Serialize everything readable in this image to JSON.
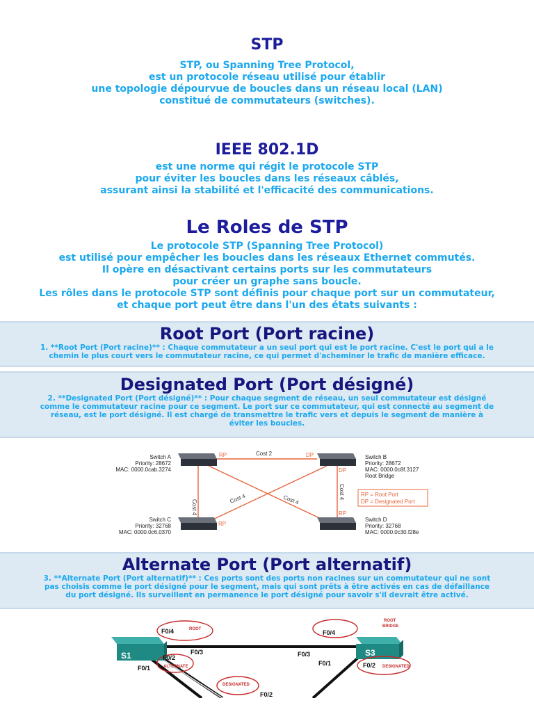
{
  "stp": {
    "title": "STP",
    "lines": [
      "STP, ou Spanning Tree Protocol,",
      "est un protocole réseau utilisé pour établir",
      "une topologie dépourvue de boucles dans un réseau local (LAN)",
      "constitué de commutateurs (switches)."
    ]
  },
  "ieee": {
    "title": "IEEE 802.1D",
    "lines": [
      "est une norme qui régit le protocole STP",
      "pour éviter les boucles dans les réseaux câblés,",
      "assurant ainsi la stabilité et l'efficacité des communications."
    ]
  },
  "roles": {
    "title": "Le Roles de STP",
    "lines": [
      "Le protocole STP (Spanning Tree Protocol)",
      "est utilisé pour empêcher les boucles dans les réseaux Ethernet commutés.",
      "Il opère en désactivant certains ports sur les commutateurs",
      "pour créer un graphe sans boucle.",
      "Les rôles dans le protocole STP sont définis pour chaque port sur un commutateur,",
      "et chaque port peut être dans l'un des états suivants :"
    ]
  },
  "root_port": {
    "title": "Root Port (Port racine)",
    "lines": [
      "1. **Root Port (Port racine)** : Chaque commutateur a un seul port qui est le port racine. C'est le port qui a le",
      "chemin le plus court vers le commutateur racine, ce qui permet d'acheminer le trafic de manière efficace."
    ]
  },
  "designated_port": {
    "title": "Designated Port (Port désigné)",
    "lines": [
      "2. **Designated Port (Port désigné)** : Pour chaque segment de réseau, un seul commutateur est désigné",
      "comme le commutateur racine pour ce segment. Le port sur ce commutateur, qui est connecté au segment de",
      "réseau, est le port désigné. Il est chargé de transmettre le trafic vers et depuis le segment de manière à",
      "éviter les boucles."
    ]
  },
  "diagram1": {
    "switch_a": [
      "Switch A",
      "Priority: 28672",
      "MAC: 0000.0cab.3274"
    ],
    "switch_b": [
      "Switch B",
      "Priority: 28672",
      "MAC: 0000.0c8f.3127",
      "Root Bridge"
    ],
    "switch_c": [
      "Switch C",
      "Priority: 32768",
      "MAC: 0000.0c6.0370"
    ],
    "switch_d": [
      "Switch D",
      "Priority: 32768",
      "MAC: 0000.0c30.f28e"
    ],
    "cost_top": "Cost 2",
    "cost_left": "Cost 4",
    "cost_right": "Cost 4",
    "cost_diag1": "Cost 4",
    "cost_diag2": "Cost 4",
    "rp": "RP",
    "dp": "DP",
    "legend_rp": "RP = Root Port",
    "legend_dp": "DP = Designated Port",
    "link_color": "#e8643a"
  },
  "alternate_port": {
    "title": "Alternate Port (Port alternatif)",
    "lines": [
      "3. **Alternate Port (Port alternatif)** : Ces ports sont des ports non racines sur un commutateur qui ne sont",
      "pas choisis comme le port désigné pour le segment, mais qui sont prêts à être activés en cas de défaillance",
      "du port désigné. Ils surveillent en permanence le port désigné pour savoir s'il devrait être activé."
    ]
  },
  "diagram2": {
    "s1": "S1",
    "s3": "S3",
    "f0_4_left": "F0/4",
    "f0_3_left": "F0/3",
    "f0_2_left": "F0/2",
    "f0_1_left": "F0/1",
    "f0_3_mid": "F0/3",
    "f0_4_right": "F0/4",
    "f0_1_right": "F0/1",
    "f0_2_right": "F0/2",
    "root_left": "ROOT",
    "root_right": "ROOT",
    "bridge_right": "BRIDGE",
    "alternate": "ALTERNATE",
    "designated_right": "DESIGNATED",
    "designated_bottom": "DESIGNATED",
    "f0_2_bottom": "F0/2"
  }
}
